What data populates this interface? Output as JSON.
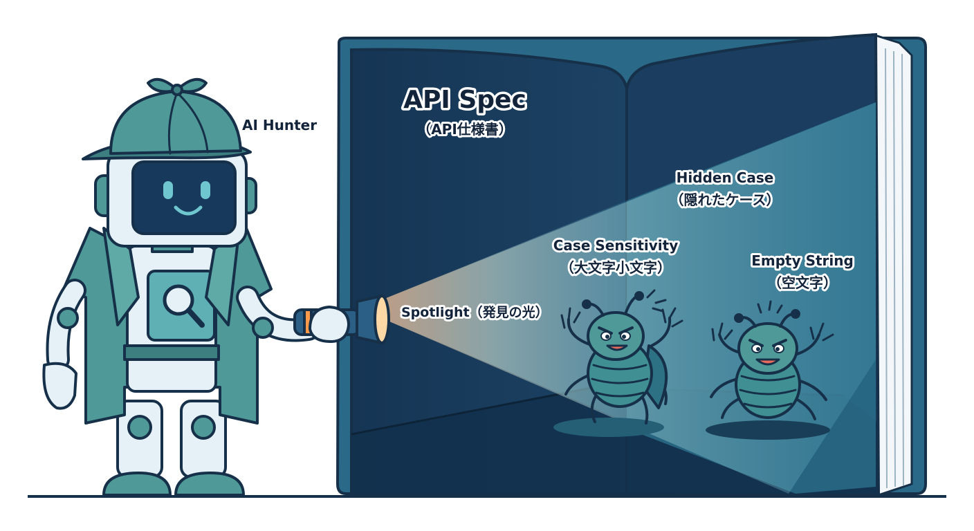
{
  "labels": {
    "hunter": "AI Hunter",
    "spec_title": "API Spec",
    "spec_subtitle": "（API仕様書）",
    "hidden_case": "Hidden Case",
    "hidden_case_jp": "（隠れたケース）",
    "case_sensitivity": "Case Sensitivity",
    "case_sensitivity_jp": "（大文字小文字）",
    "empty_string": "Empty String",
    "empty_string_jp": "（空文字）",
    "spotlight": "Spotlight（発見の光）"
  },
  "colors": {
    "book_dark": "#173a5c",
    "book_cover": "#2a6a88",
    "robot_coat": "#4f9a98",
    "robot_body": "#e6f1f7",
    "outline": "#163049",
    "bug_body": "#3f8f93",
    "beam_warm": "#f3b98a",
    "beam_cool": "#63b0c2"
  },
  "icons": {
    "chest_badge": "magnifier-icon",
    "tool": "flashlight-icon"
  }
}
